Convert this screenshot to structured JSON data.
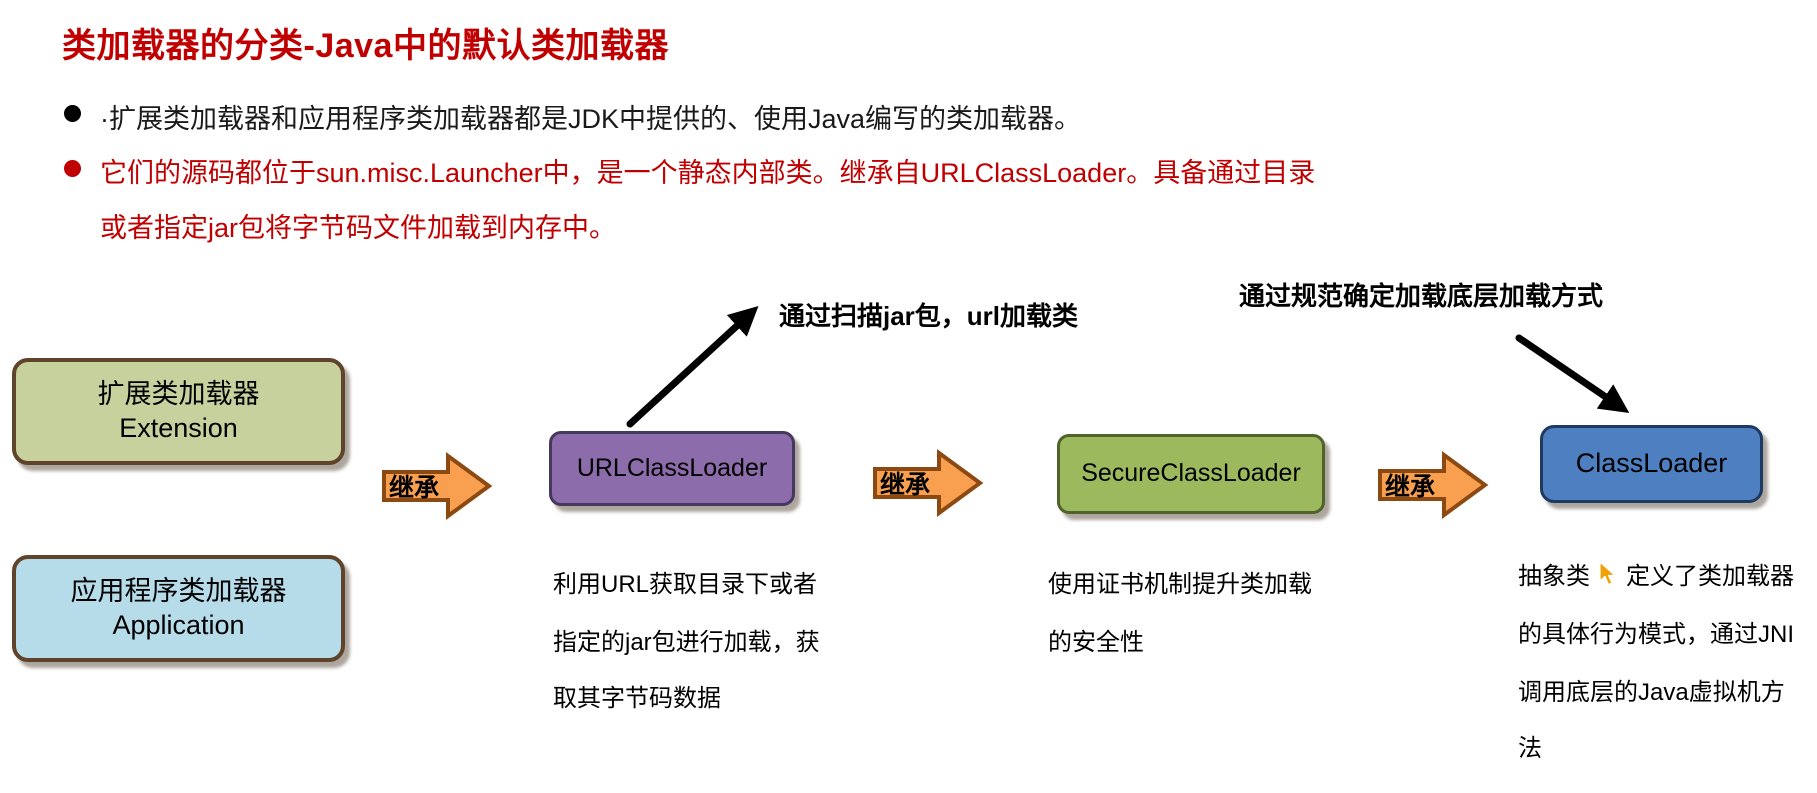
{
  "title": "类加载器的分类-Java中的默认类加载器",
  "title_color": "#c00000",
  "bullets": {
    "first": {
      "text": "·扩展类加载器和应用程序类加载器都是JDK中提供的、使用Java编写的类加载器。",
      "color": "#1a1a1a",
      "marker_color": "#000000"
    },
    "second": {
      "line1": "它们的源码都位于sun.misc.Launcher中，是一个静态内部类。继承自URLClassLoader。具备通过目录",
      "line2": "或者指定jar包将字节码文件加载到内存中。",
      "color": "#c00000",
      "marker_color": "#c00000"
    }
  },
  "annotations": {
    "url_scan": "通过扫描jar包，url加载类",
    "spec": "通过规范确定加载底层加载方式"
  },
  "inherit_label": "继承",
  "inherit_arrow_colors": {
    "fill": "#f9a050",
    "border": "#8c4a12"
  },
  "nodes": {
    "extension": {
      "line1": "扩展类加载器",
      "line2": "Extension",
      "fill": "#c6d19d",
      "border": "#5f432a"
    },
    "application": {
      "line1": "应用程序类加载器",
      "line2": "Application",
      "fill": "#b6dcea",
      "border": "#5f432a"
    },
    "urlclassloader": {
      "label": "URLClassLoader",
      "fill": "#8c6caa",
      "border": "#46395e"
    },
    "secureclassloader": {
      "label": "SecureClassLoader",
      "fill": "#9cba5d",
      "border": "#51622b"
    },
    "classloader": {
      "label": "ClassLoader",
      "fill": "#4e7fc0",
      "border": "#1d3a63"
    }
  },
  "descriptions": {
    "url": {
      "line1": "利用URL获取目录下或者",
      "line2": "指定的jar包进行加载，获",
      "line3": "取其字节码数据"
    },
    "secure": {
      "line1": "使用证书机制提升类加载",
      "line2": "的安全性"
    },
    "classloader": {
      "line1_before_cursor": "抽象类",
      "line1_after_cursor": "定义了类加载器",
      "line2": "的具体行为模式，通过JNI",
      "line3": "调用底层的Java虚拟机方",
      "line4": "法"
    }
  },
  "cursor_color": "#f0a202"
}
